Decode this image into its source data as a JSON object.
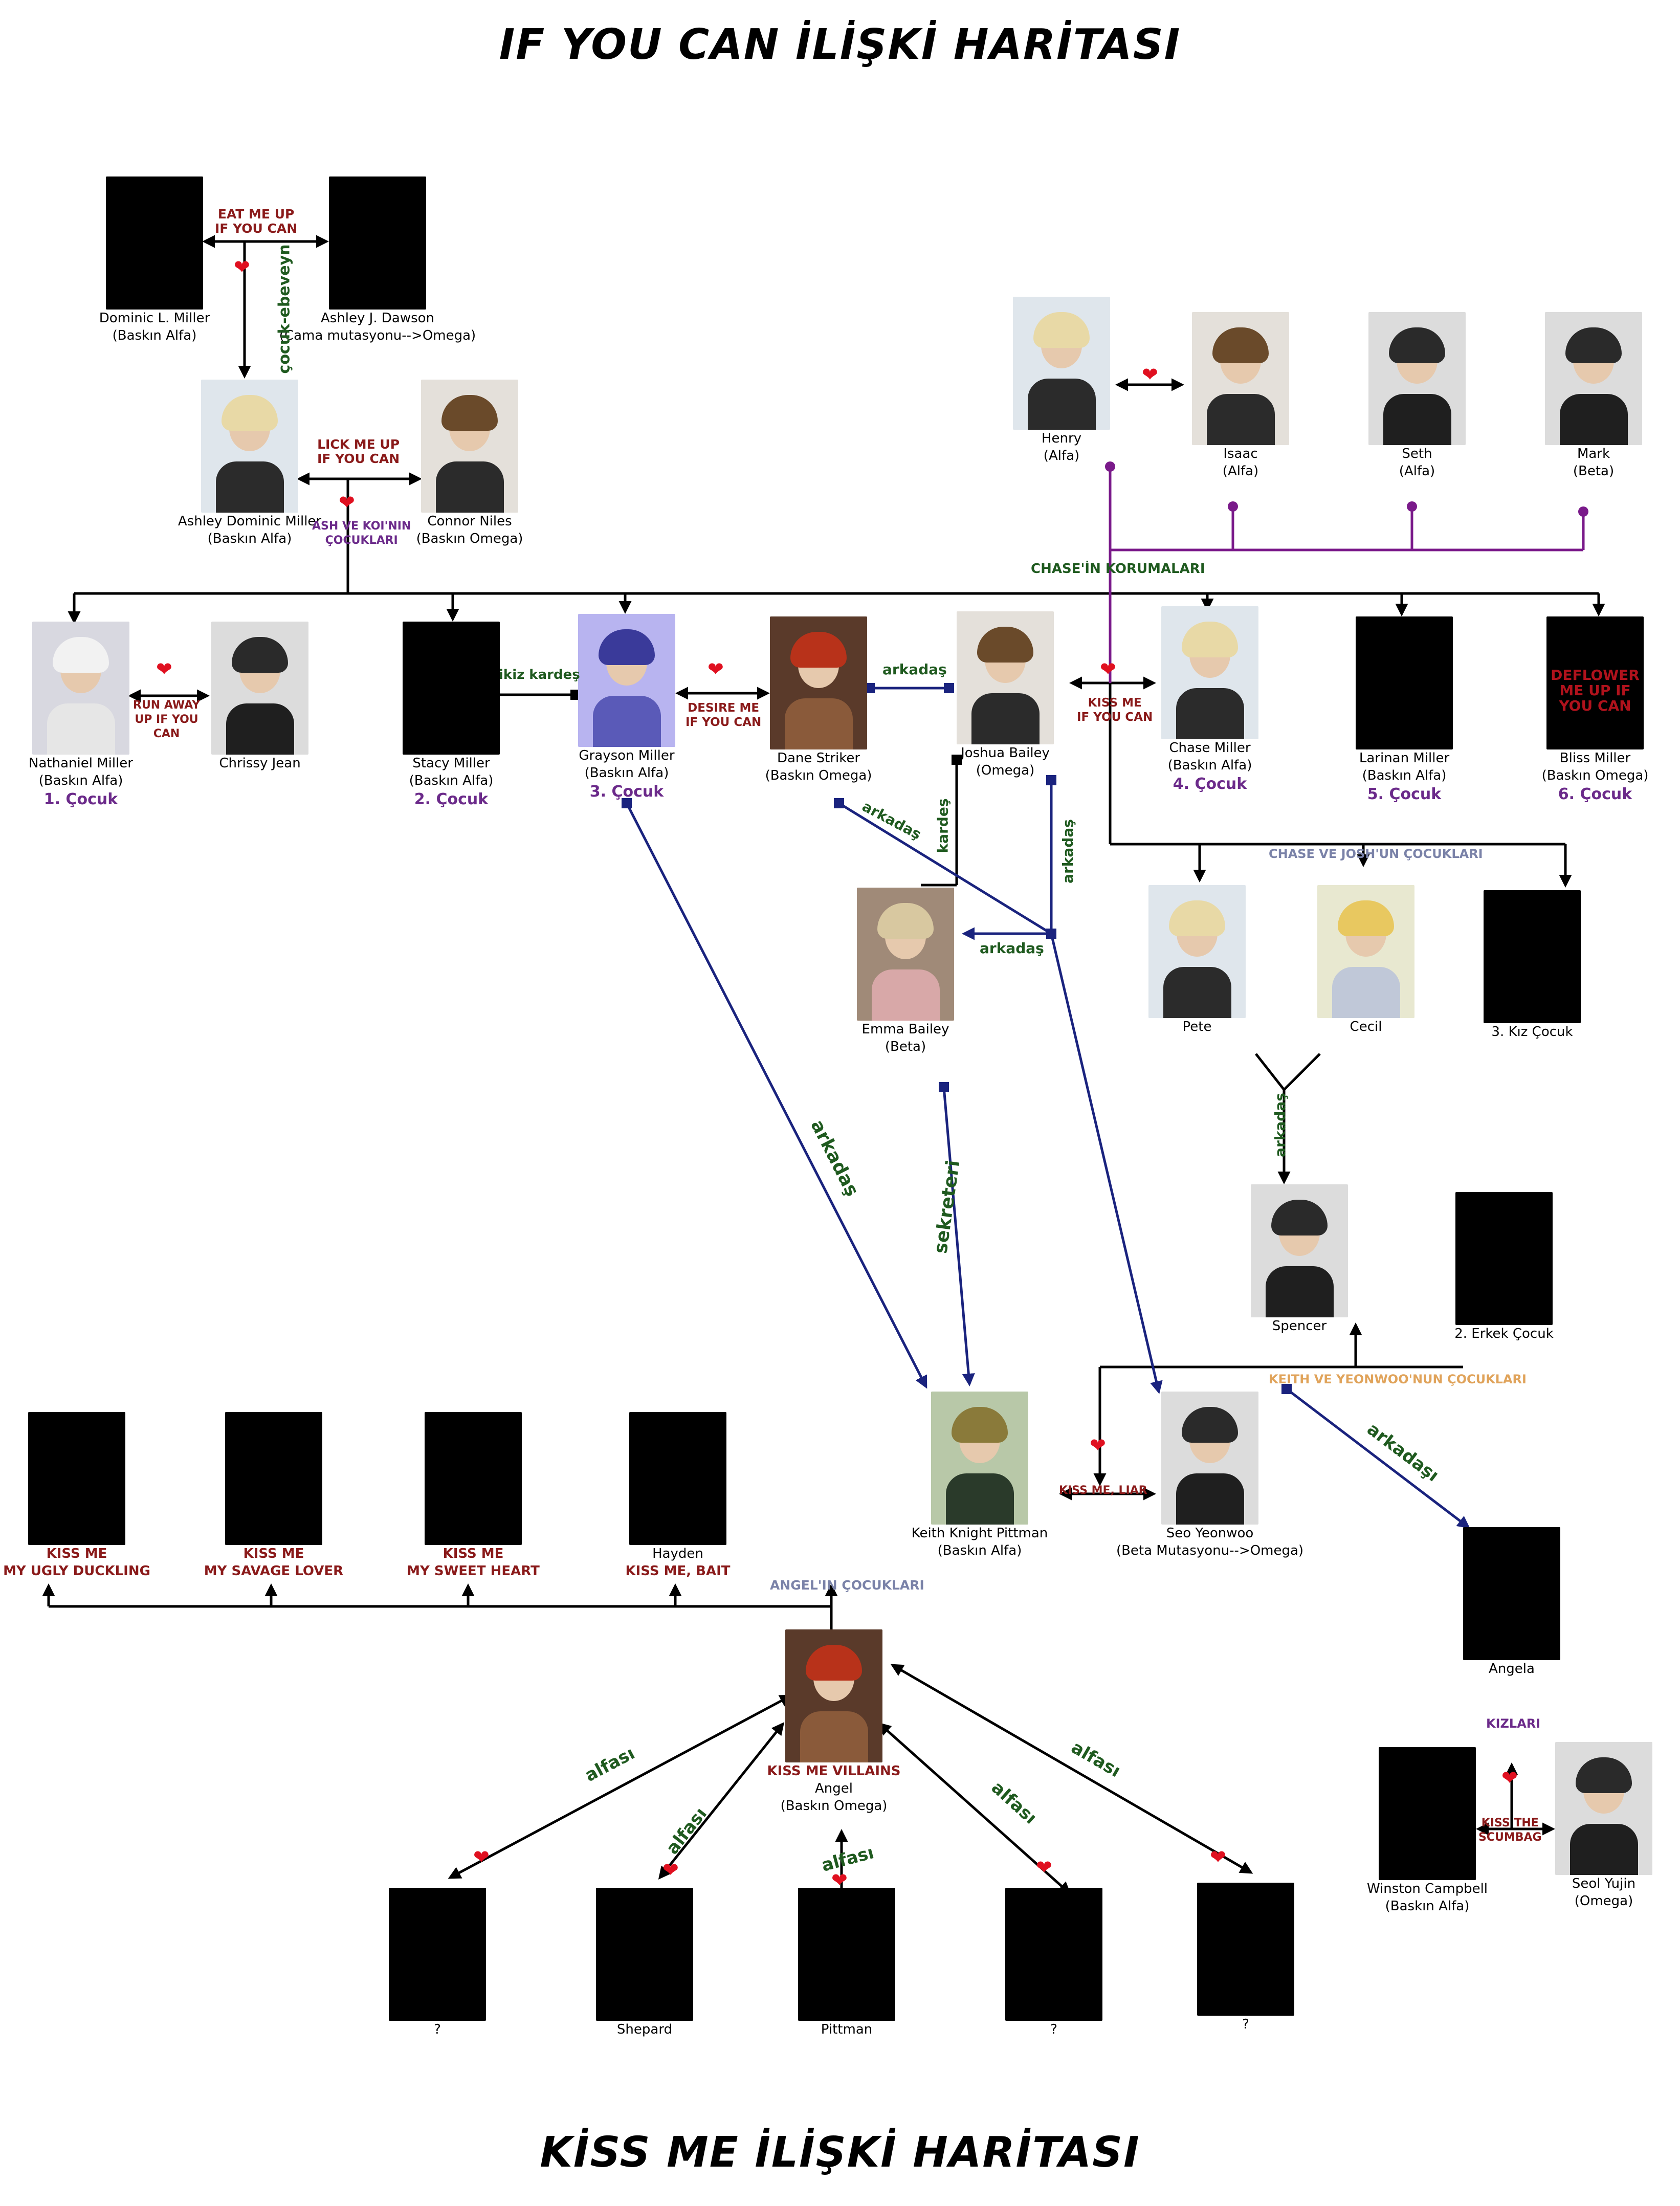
{
  "titles": {
    "top": "IF YOU CAN İLİŞKİ HARİTASI",
    "bottom": "KİSS ME İLİŞKİ HARİTASI"
  },
  "colors": {
    "black": "#000000",
    "purple": "#7a1a8a",
    "navy": "#1a237e",
    "heart": "#e01020",
    "series_red": "#8a1a1a",
    "green": "#1f5a1f",
    "orange": "#e0a35a",
    "blue_gray": "#7a82a8"
  },
  "people": {
    "dominic": {
      "name": "Dominic L. Miller",
      "role": "(Baskın Alfa)",
      "style": "black"
    },
    "ashleyj": {
      "name": "Ashley J. Dawson",
      "role": "(Cama mutasyonu-->Omega)",
      "style": "black"
    },
    "ashleyd": {
      "name": "Ashley Dominic Miller",
      "role": "(Baskın Alfa)",
      "style": "blond"
    },
    "connor": {
      "name": "Connor Niles",
      "role": "(Baskın Omega)",
      "style": "brown"
    },
    "henry": {
      "name": "Henry",
      "role": "(Alfa)",
      "style": "blond"
    },
    "isaac": {
      "name": "Isaac",
      "role": "(Alfa)",
      "style": "brown"
    },
    "seth": {
      "name": "Seth",
      "role": "(Alfa)",
      "style": "dark"
    },
    "mark": {
      "name": "Mark",
      "role": "(Beta)",
      "style": "dark"
    },
    "nathaniel": {
      "name": "Nathaniel Miller",
      "role": "(Baskın Alfa)",
      "order": "1. Çocuk",
      "style": "white"
    },
    "chrissy": {
      "name": "Chrissy Jean",
      "role": "",
      "style": "dark"
    },
    "stacy": {
      "name": "Stacy Miller",
      "role": "(Baskın Alfa)",
      "order": "2. Çocuk",
      "style": "black"
    },
    "grayson": {
      "name": "Grayson Miller",
      "role": "(Baskın Alfa)",
      "order": "3. Çocuk",
      "style": "violet"
    },
    "dane": {
      "name": "Dane Striker",
      "role": "(Baskın Omega)",
      "style": "red"
    },
    "joshua": {
      "name": "Joshua Bailey",
      "role": "(Omega)",
      "style": "brown"
    },
    "chase": {
      "name": "Chase Miller",
      "role": "(Baskın Alfa)",
      "order": "4. Çocuk",
      "style": "blond"
    },
    "larinan": {
      "name": "Larinan Miller",
      "role": "(Baskın Alfa)",
      "order": "5. Çocuk",
      "style": "black"
    },
    "bliss": {
      "name": "Bliss Miller",
      "role": "(Baskın Omega)",
      "order": "6. Çocuk",
      "style": "black",
      "cover": "DEFLOWER ME UP IF YOU CAN"
    },
    "emma": {
      "name": "Emma Bailey",
      "role": "(Beta)",
      "style": "pink"
    },
    "pete": {
      "name": "Pete",
      "role": "",
      "style": "blond"
    },
    "cecil": {
      "name": "Cecil",
      "role": "",
      "style": "gold"
    },
    "kiz3": {
      "name": "3. Kız Çocuk",
      "role": "",
      "style": "black"
    },
    "spencer": {
      "name": "Spencer",
      "role": "",
      "style": "dark"
    },
    "erkek2": {
      "name": "2. Erkek Çocuk",
      "role": "",
      "style": "black"
    },
    "keith": {
      "name": "Keith Knight Pittman",
      "role": "(Baskın Alfa)",
      "style": "olive"
    },
    "seo": {
      "name": "Seo Yeonwoo",
      "role": "(Beta Mutasyonu-->Omega)",
      "style": "dark"
    },
    "ugly": {
      "name": "KISS ME",
      "role": "MY UGLY DUCKLING",
      "style": "black"
    },
    "savage": {
      "name": "KISS ME",
      "role": "MY SAVAGE LOVER",
      "style": "black"
    },
    "sweet": {
      "name": "KISS ME",
      "role": "MY SWEET HEART",
      "style": "black"
    },
    "hayden": {
      "name": "Hayden",
      "role": "KISS ME, BAIT",
      "style": "black"
    },
    "angela": {
      "name": "Angela",
      "role": "",
      "style": "black"
    },
    "angel": {
      "name": "KISS ME VILLAINS",
      "sub": "Angel",
      "role": "(Baskın Omega)",
      "style": "red"
    },
    "winston": {
      "name": "Winston Campbell",
      "role": "(Baskın Alfa)",
      "style": "black"
    },
    "seolyujin": {
      "name": "Seol Yujin",
      "role": "(Omega)",
      "style": "dark"
    },
    "q1": {
      "name": "?",
      "role": "",
      "style": "black"
    },
    "shepard": {
      "name": "Shepard",
      "role": "",
      "style": "black"
    },
    "pittman": {
      "name": "Pittman",
      "role": "",
      "style": "black"
    },
    "q2": {
      "name": "?",
      "role": "",
      "style": "black"
    },
    "q3": {
      "name": "?",
      "role": "",
      "style": "black"
    }
  },
  "labels": {
    "eat_me_up": "EAT ME UP\nIF YOU CAN",
    "cocuk_ebeveyn": "çocuk-ebeveyn",
    "lick_me_up": "LICK ME UP\nIF YOU CAN",
    "ash_koi": "ASH VE KOI'NIN\nÇOCUKLARI",
    "chase_korumalari": "CHASE'İN KORUMALARI",
    "run_away": "RUN AWAY\nUP IF YOU\nCAN",
    "ikiz_kardes": "ikiz kardeş",
    "desire_me": "DESIRE ME\nIF YOU CAN",
    "arkadas_top": "arkadaş",
    "kiss_me_ifyoucan": "KISS ME\nIF YOU CAN",
    "chase_josh": "CHASE VE JOSH'UN ÇOCUKLARI",
    "arkadas_diag": "arkadaş",
    "kardes": "kardeş",
    "arkadas_vert": "arkadaş",
    "arkadas_emma": "arkadaş",
    "arkadas_pete": "arkadaş",
    "arkadas_grayson": "arkadaş",
    "sekreteri": "sekreteri",
    "keith_yeonwoo": "KEITH VE YEONWOO'NUN ÇOCUKLARI",
    "arkadasi": "arkadaşı",
    "kiss_me_liar": "KISS ME, LIAR",
    "angel_children": "ANGEL'IN ÇOCUKLARI",
    "kizlari": "KIZLARI",
    "kiss_scumbag": "KISS THE\nSCUMBAG",
    "alfasi": "alfası"
  }
}
